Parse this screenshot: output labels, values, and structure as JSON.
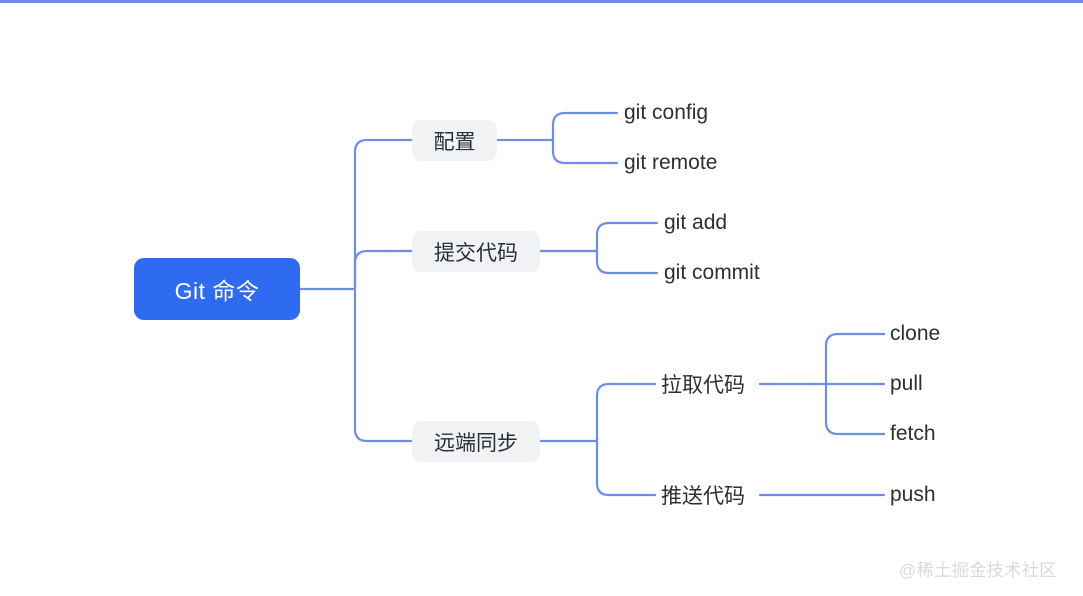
{
  "diagram": {
    "type": "mindmap",
    "title": "Git 命令",
    "root": {
      "label": "Git 命令",
      "color": "#2f6bf0",
      "text_color": "#ffffff"
    },
    "branch_color": "#6d8ee8",
    "branch_node_bg": "#f1f2f4",
    "text_color": "#2b2f36",
    "branches": [
      {
        "label": "配置",
        "children": [
          {
            "label": "git config"
          },
          {
            "label": "git remote"
          }
        ]
      },
      {
        "label": "提交代码",
        "children": [
          {
            "label": "git add"
          },
          {
            "label": "git commit"
          }
        ]
      },
      {
        "label": "远端同步",
        "children": [
          {
            "label": "拉取代码",
            "children": [
              {
                "label": "clone"
              },
              {
                "label": "pull"
              },
              {
                "label": "fetch"
              }
            ]
          },
          {
            "label": "推送代码",
            "children": [
              {
                "label": "push"
              }
            ]
          }
        ]
      }
    ]
  },
  "watermark": {
    "text": "@稀土掘金技术社区",
    "color": "#d8d9dc"
  },
  "topbar": {
    "color": "#6d8ee8"
  }
}
